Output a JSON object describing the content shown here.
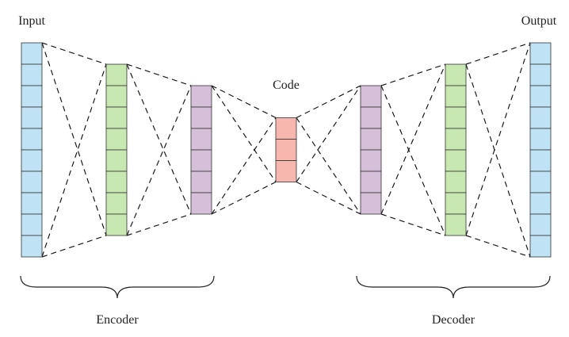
{
  "labels": {
    "input": "Input",
    "output": "Output",
    "code": "Code",
    "encoder": "Encoder",
    "decoder": "Decoder"
  },
  "layers": [
    {
      "id": "input-layer",
      "units": 10,
      "color": "#bfe3f5"
    },
    {
      "id": "encoder-hidden-1",
      "units": 8,
      "color": "#c7e8b0"
    },
    {
      "id": "encoder-hidden-2",
      "units": 6,
      "color": "#d6bfd9"
    },
    {
      "id": "code-layer",
      "units": 3,
      "color": "#f7b7ae"
    },
    {
      "id": "decoder-hidden-1",
      "units": 6,
      "color": "#d6bfd9"
    },
    {
      "id": "decoder-hidden-2",
      "units": 8,
      "color": "#c7e8b0"
    },
    {
      "id": "output-layer",
      "units": 10,
      "color": "#bfe3f5"
    }
  ]
}
